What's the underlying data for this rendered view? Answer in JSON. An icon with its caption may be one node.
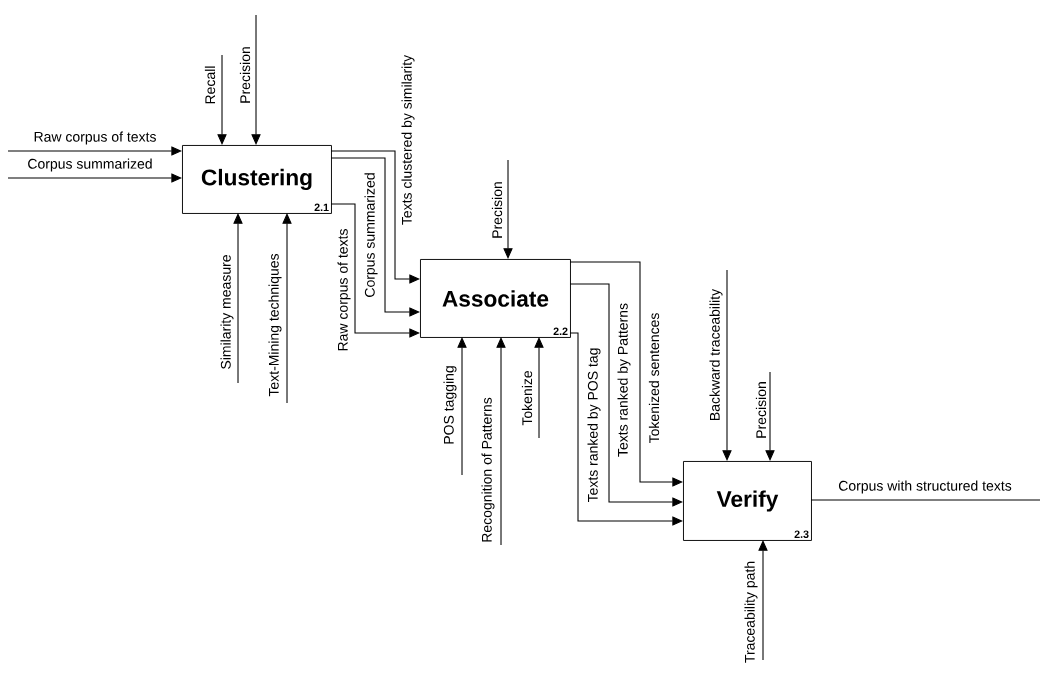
{
  "diagram": {
    "nodes": [
      {
        "text": [
          "Clustering",
          "2.1"
        ]
      },
      {
        "text": [
          "Associate",
          "2.2"
        ]
      },
      {
        "text": [
          "Verify",
          "2.3"
        ]
      }
    ],
    "edges": [
      {
        "from": null,
        "to": 0,
        "arrow": "to",
        "label": "Raw corpus of texts"
      },
      {
        "from": null,
        "to": 0,
        "arrow": "to",
        "label": "Corpus summarized"
      },
      {
        "from": null,
        "to": 0,
        "arrow": "to",
        "label": "Recall"
      },
      {
        "from": null,
        "to": 0,
        "arrow": "to",
        "label": "Precision"
      },
      {
        "from": null,
        "to": 0,
        "arrow": "to",
        "label": "Similarity measure"
      },
      {
        "from": null,
        "to": 0,
        "arrow": "to",
        "label": "Text-Mining techniques"
      },
      {
        "from": 0,
        "to": 1,
        "arrow": "to",
        "label": "Texts clustered by similarity"
      },
      {
        "from": 0,
        "to": 1,
        "arrow": "to",
        "label": "Corpus summarized"
      },
      {
        "from": 0,
        "to": 1,
        "arrow": "to",
        "label": "Raw corpus of texts"
      },
      {
        "from": null,
        "to": 1,
        "arrow": "to",
        "label": "Precision"
      },
      {
        "from": null,
        "to": 1,
        "arrow": "to",
        "label": "POS tagging"
      },
      {
        "from": null,
        "to": 1,
        "arrow": "to",
        "label": "Recognition of Patterns"
      },
      {
        "from": null,
        "to": 1,
        "arrow": "to",
        "label": "Tokenize"
      },
      {
        "from": 1,
        "to": 2,
        "arrow": "to",
        "label": "Tokenized sentences"
      },
      {
        "from": 1,
        "to": 2,
        "arrow": "to",
        "label": "Texts ranked by Patterns"
      },
      {
        "from": 1,
        "to": 2,
        "arrow": "to",
        "label": "Texts ranked by POS tag"
      },
      {
        "from": null,
        "to": 2,
        "arrow": "to",
        "label": "Backward traceability"
      },
      {
        "from": null,
        "to": 2,
        "arrow": "to",
        "label": "Precision"
      },
      {
        "from": null,
        "to": 2,
        "arrow": "to",
        "label": "Traceability path"
      },
      {
        "from": 2,
        "to": null,
        "arrow": "none",
        "label": "Corpus with structured texts"
      }
    ]
  }
}
